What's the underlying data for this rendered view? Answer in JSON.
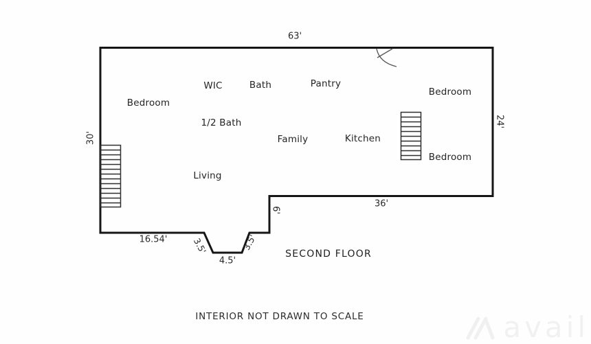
{
  "plan": {
    "floor_label": "SECOND FLOOR",
    "disclaimer": "INTERIOR NOT DRAWN TO SCALE",
    "rooms": [
      "Bedroom",
      "WIC",
      "Bath",
      "Pantry",
      "Bedroom",
      "1/2 Bath",
      "Family",
      "Kitchen",
      "Bedroom",
      "Living"
    ],
    "dimensions": {
      "top": "63'",
      "left": "30'",
      "right": "24'",
      "bottom_right": "36'",
      "notch_vertical": "6'",
      "bottom_left": "16.54'",
      "notch_left_diagonal": "3.5'",
      "notch_bottom": "4.5'",
      "notch_right_diagonal": "3.5'"
    }
  },
  "watermark": {
    "brand": "avail"
  },
  "colors": {
    "wall": "#161616",
    "stairs": "#2e2e2e",
    "door": "#5a5a5a",
    "text": "#242424",
    "watermark": "#f1f1f1",
    "background": "#fefefe"
  }
}
